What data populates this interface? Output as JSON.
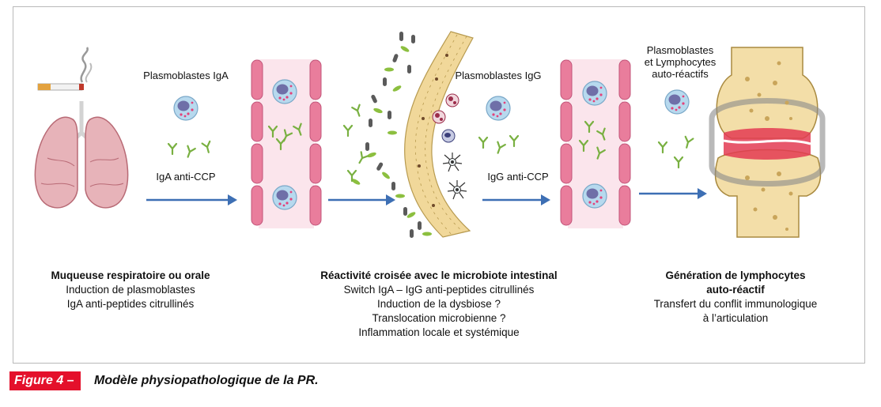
{
  "labels": {
    "plasmoblastes_iga": "Plasmoblastes IgA",
    "iga_anti_ccp": "IgA anti-CCP",
    "plasmoblastes_igg": "Plasmoblastes IgG",
    "igg_anti_ccp": "IgG anti-CCP",
    "plasmo_lympho": [
      "Plasmoblastes",
      "et Lymphocytes",
      "auto-réactifs"
    ]
  },
  "captions": [
    {
      "heading": "Muqueuse respiratoire ou orale",
      "lines": [
        "Induction de plasmoblastes",
        "IgA anti-peptides citrullinés"
      ]
    },
    {
      "heading": "Réactivité croisée avec le microbiote intestinal",
      "lines": [
        "Switch IgA – IgG anti-peptides citrullinés",
        "Induction de la dysbiose ?",
        "Translocation microbienne ?",
        "Inflammation locale et systémique"
      ]
    },
    {
      "heading": "Génération de lymphocytes auto-réactif",
      "heading_lines": [
        "Génération de lymphocytes",
        "auto-réactif"
      ],
      "lines": [
        "Transfert du conflit immunologique",
        "à l’articulation"
      ]
    }
  ],
  "figure": {
    "tag": "Figure 4 –",
    "title": "Modèle physiopathologique de la PR."
  },
  "colors": {
    "arrow": "#3d6fb4",
    "vessel_wall": "#e97d9c",
    "vessel_bg": "#fbe5ec",
    "cell_body": "#b7d9ee",
    "antibody": "#79b041",
    "bacteria_green": "#8cbf3f",
    "bacteria_gray": "#5a5a5a",
    "epithelium": "#f1d89a",
    "lung": "#e7b3b9",
    "bone": "#f3dea8",
    "synovium": "#e33b52",
    "figure_tag_bg": "#e4102b"
  }
}
